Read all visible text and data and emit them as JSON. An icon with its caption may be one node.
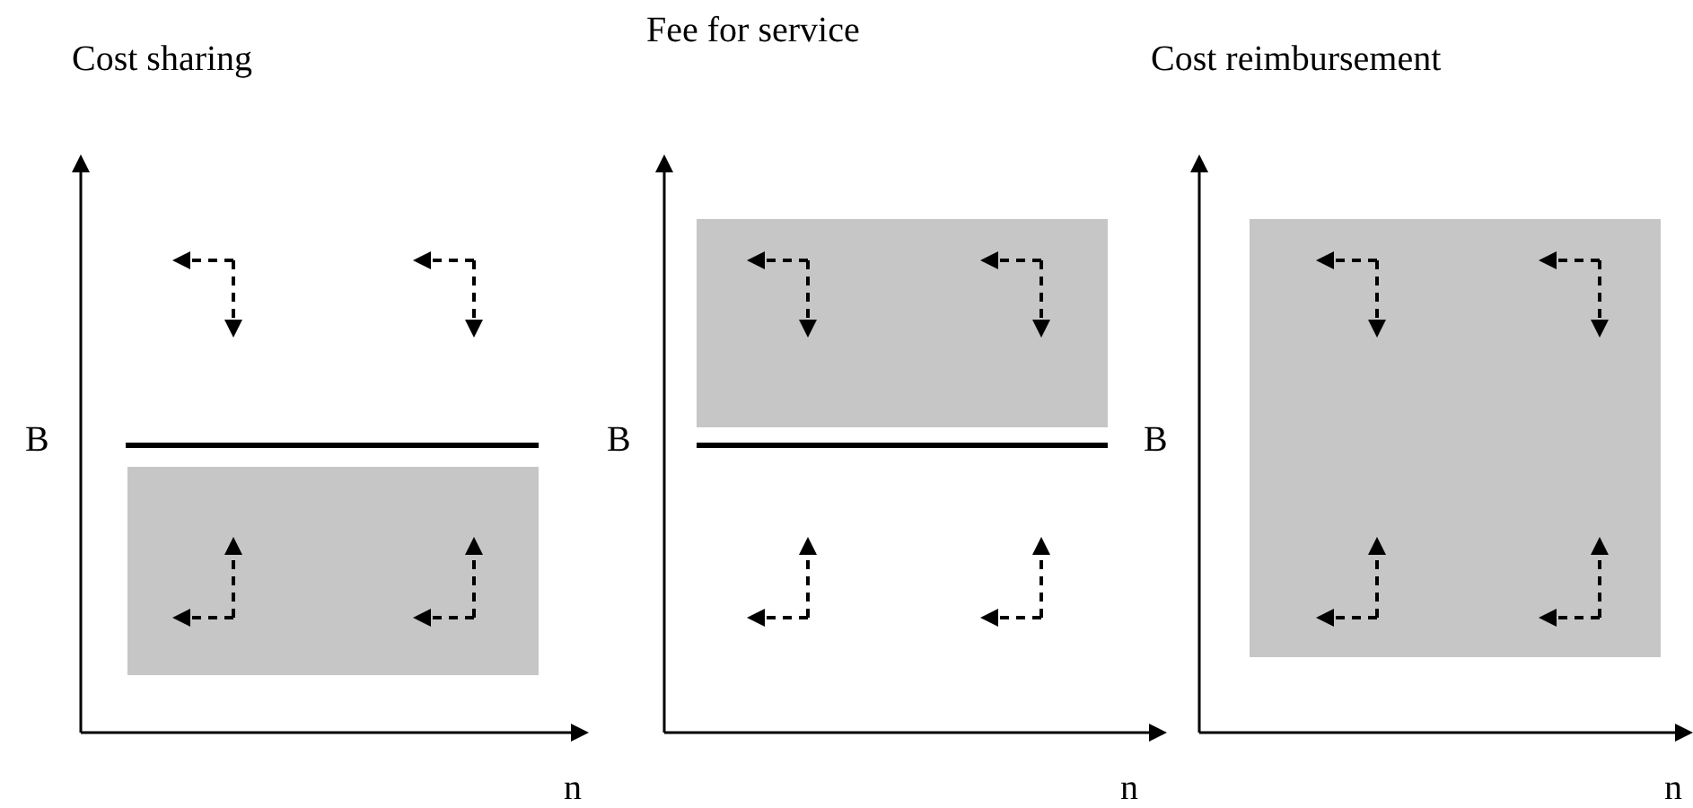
{
  "diagram": {
    "labels": [
      "Cost sharing",
      "Fee for service",
      "Cost reimbursement",
      "B",
      "B",
      "B",
      "n",
      "n",
      "n"
    ]
  }
}
